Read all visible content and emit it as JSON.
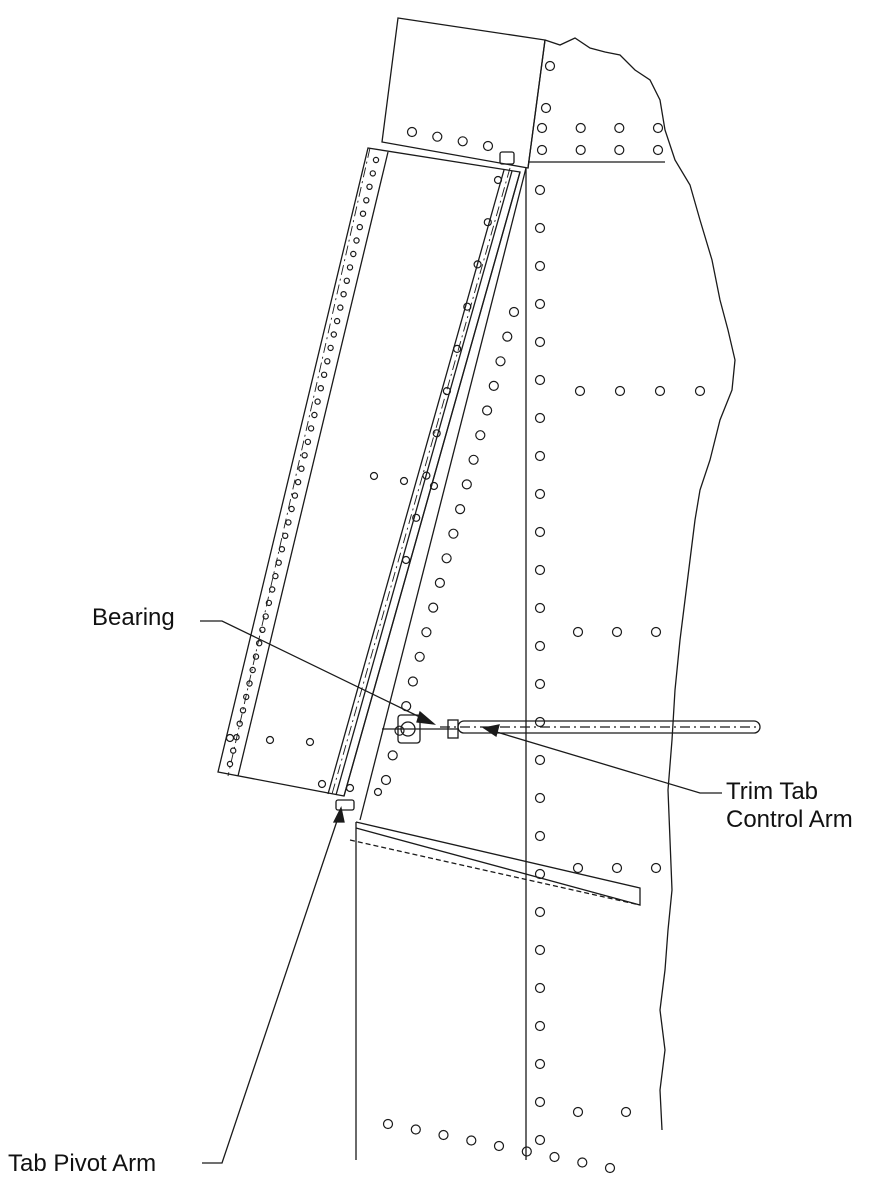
{
  "labels": {
    "bearing": "Bearing",
    "trim_tab_control_arm_line1": "Trim Tab",
    "trim_tab_control_arm_line2": "Control Arm",
    "tab_pivot_arm": "Tab Pivot Arm"
  },
  "colors": {
    "line": "#1a1a1a",
    "background": "#ffffff"
  }
}
